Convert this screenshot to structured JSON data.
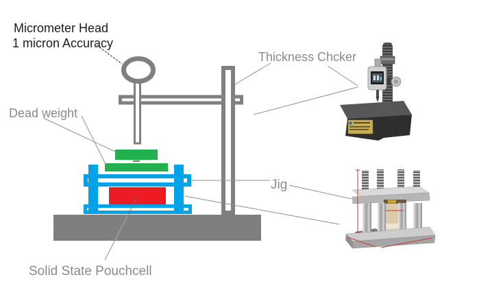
{
  "labels": {
    "micrometer_head_line1": "Micrometer Head",
    "micrometer_head_line2": "1 micron Accuracy",
    "dead_weight": "Dead weight",
    "thickness_checker": "Thickness Chcker",
    "jig": "Jig",
    "pouch_cell": "Solid State Pouchcell"
  },
  "colors": {
    "green": "#22B14C",
    "blue": "#00A2E8",
    "red": "#ED1C24",
    "frame_gray": "#808080",
    "base_gray": "#7F7F7F",
    "label_gray": "#8A8A8A",
    "label_black": "#1C1C1C",
    "leader_gray": "#8F8F8F",
    "background": "#FFFFFF"
  },
  "figures": {
    "thickness_checker_photo": "digital-dial-gauge-on-granite-base",
    "jig_photo": "four-post-cell-compression-jig"
  }
}
